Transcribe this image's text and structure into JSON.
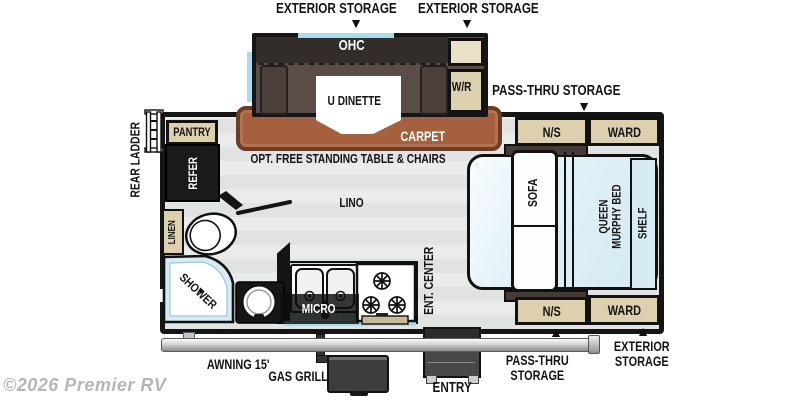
{
  "icons": {
    "arrow_down": "▼",
    "arrow_up": "▲"
  },
  "watermark": "©2026 Premier RV",
  "exterior": {
    "top_storage_left": "EXTERIOR STORAGE",
    "top_storage_right": "EXTERIOR STORAGE",
    "pass_thru_top": "PASS-THRU STORAGE",
    "pass_thru_bottom_line1": "PASS-THRU",
    "pass_thru_bottom_line2": "STORAGE",
    "exterior_bottom_line1": "EXTERIOR",
    "exterior_bottom_line2": "STORAGE",
    "awning": "AWNING 15'",
    "gas_grill": "GAS GRILL",
    "entry": "ENTRY",
    "rear_ladder": "REAR LADDER"
  },
  "interior": {
    "ohc": "OHC",
    "u_dinette": "U DINETTE",
    "wr": "W/R",
    "carpet": "CARPET",
    "opt_table": "OPT. FREE STANDING TABLE & CHAIRS",
    "lino": "LINO",
    "pantry": "PANTRY",
    "refer": "REFER",
    "linen": "LINEN",
    "shower": "SHOWER",
    "micro": "MICRO",
    "ent_center": "ENT. CENTER",
    "sofa": "SOFA",
    "queen_murphy_line1": "QUEEN",
    "queen_murphy_line2": "MURPHY BED",
    "shelf": "SHELF",
    "ns_top": "N/S",
    "ward_top": "WARD",
    "ns_bottom": "N/S",
    "ward_bottom": "WARD"
  },
  "colors": {
    "wall": "#151515",
    "floor": "#e4e6e6",
    "carpet": "#a5613e",
    "carpet_border": "#6e3c25",
    "bench": "#5a4c47",
    "bench_dark": "#453a35",
    "slide_top": "#332d2a",
    "tan": "#dcd0ae",
    "tan_light": "#e9e0c6",
    "black_appliance": "#1a1a1a",
    "bed_blue": "#d7ebf4",
    "window_cyan": "#a8dcec",
    "counter": "#d8dada",
    "grill": "#3d3d3d",
    "label": "#141414",
    "watermark": "#b6b6b6"
  }
}
